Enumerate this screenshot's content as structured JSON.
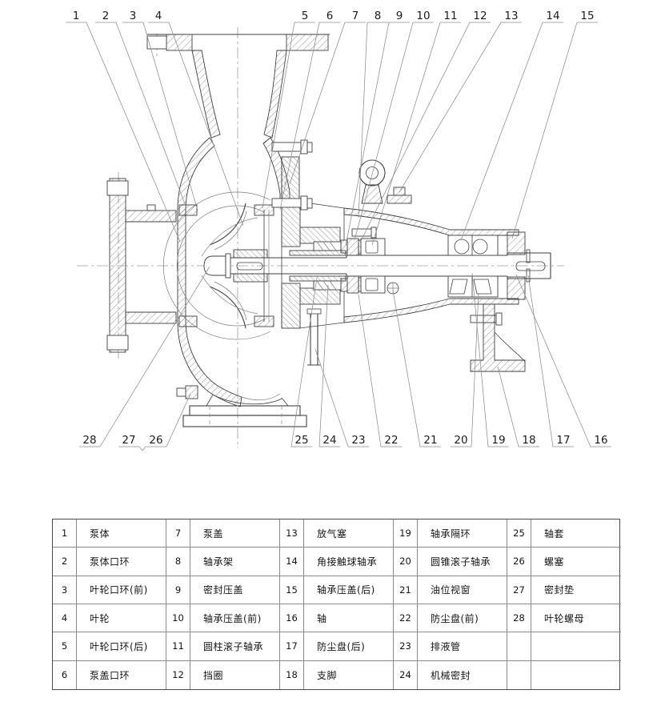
{
  "drawing": {
    "description": "centrifugal pump sectional drawing",
    "callouts": {
      "c1": "1",
      "c2": "2",
      "c3": "3",
      "c4": "4",
      "c5": "5",
      "c6": "6",
      "c7": "7",
      "c8": "8",
      "c9": "9",
      "c10": "10",
      "c11": "11",
      "c12": "12",
      "c13": "13",
      "c14": "14",
      "c15": "15",
      "c16": "16",
      "c17": "17",
      "c18": "18",
      "c19": "19",
      "c20": "20",
      "c21": "21",
      "c22": "22",
      "c23": "23",
      "c24": "24",
      "c25": "25",
      "c26": "26",
      "c27": "27",
      "c28": "28"
    }
  },
  "parts_table": {
    "parts": [
      {
        "no": "1",
        "name": "泵体"
      },
      {
        "no": "2",
        "name": "泵体口环"
      },
      {
        "no": "3",
        "name": "叶轮口环(前)"
      },
      {
        "no": "4",
        "name": "叶轮"
      },
      {
        "no": "5",
        "name": "叶轮口环(后)"
      },
      {
        "no": "6",
        "name": "泵盖口环"
      },
      {
        "no": "7",
        "name": "泵盖"
      },
      {
        "no": "8",
        "name": "轴承架"
      },
      {
        "no": "9",
        "name": "密封压盖"
      },
      {
        "no": "10",
        "name": "轴承压盖(前)"
      },
      {
        "no": "11",
        "name": "圆柱滚子轴承"
      },
      {
        "no": "12",
        "name": "挡圈"
      },
      {
        "no": "13",
        "name": "放气塞"
      },
      {
        "no": "14",
        "name": "角接触球轴承"
      },
      {
        "no": "15",
        "name": "轴承压盖(后)"
      },
      {
        "no": "16",
        "name": "轴"
      },
      {
        "no": "17",
        "name": "防尘盘(后)"
      },
      {
        "no": "18",
        "name": "支脚"
      },
      {
        "no": "19",
        "name": "轴承隔环"
      },
      {
        "no": "20",
        "name": "圆锥滚子轴承"
      },
      {
        "no": "21",
        "name": "油位视窗"
      },
      {
        "no": "22",
        "name": "防尘盘(前)"
      },
      {
        "no": "23",
        "name": "排液管"
      },
      {
        "no": "24",
        "name": "机械密封"
      },
      {
        "no": "25",
        "name": "轴套"
      },
      {
        "no": "26",
        "name": "螺塞"
      },
      {
        "no": "27",
        "name": "密封垫"
      },
      {
        "no": "28",
        "name": "叶轮螺母"
      }
    ]
  }
}
